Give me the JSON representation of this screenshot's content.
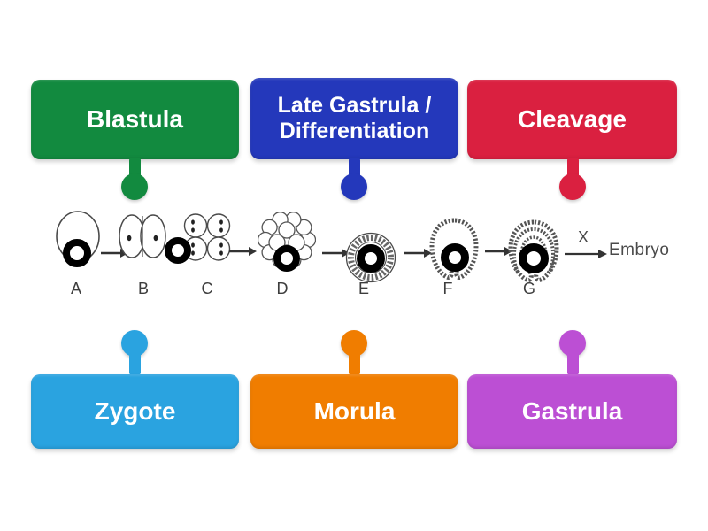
{
  "page": {
    "background": "#ffffff"
  },
  "labels": {
    "top": [
      {
        "id": "blastula",
        "text": "Blastula",
        "color": "#128A3F"
      },
      {
        "id": "late-gastrula",
        "text": "Late Gastrula / Differentiation",
        "color": "#2438BB"
      },
      {
        "id": "cleavage",
        "text": "Cleavage",
        "color": "#DA2040"
      }
    ],
    "bottom": [
      {
        "id": "zygote",
        "text": "Zygote",
        "color": "#2AA3E0"
      },
      {
        "id": "morula",
        "text": "Morula",
        "color": "#F07D00"
      },
      {
        "id": "gastrula",
        "text": "Gastrula",
        "color": "#BC4FD4"
      }
    ]
  },
  "diagram": {
    "stages": [
      {
        "letter": "A"
      },
      {
        "letter": "B"
      },
      {
        "letter": "C"
      },
      {
        "letter": "D"
      },
      {
        "letter": "E"
      },
      {
        "letter": "F"
      },
      {
        "letter": "G"
      }
    ],
    "arrow_label": "X",
    "result_text": "Embryo",
    "stroke_color": "#4a4a4a"
  }
}
